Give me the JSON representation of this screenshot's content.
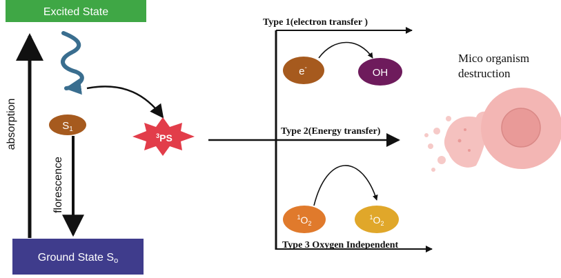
{
  "excited_state": {
    "label": "Excited State",
    "fill": "#3fa745"
  },
  "ground_state": {
    "label": "Ground State S",
    "subscript": "o",
    "fill": "#3f3c8c"
  },
  "absorption_label": "absorption",
  "florescence_label": "florescence",
  "s1": {
    "base": "S",
    "subscript": "1",
    "fill": "#a65a1e"
  },
  "ps": {
    "superscript": "3",
    "base": "PS",
    "fill": "#e23d4a"
  },
  "type1": {
    "label": "Type 1(electron transfer )"
  },
  "type2": {
    "label": "Type 2(Energy transfer)"
  },
  "type3": {
    "label": "Type 3 Oxygen Independent"
  },
  "electron": {
    "base": "e",
    "superscript": "-",
    "fill": "#a65a1e"
  },
  "hydroxyl": {
    "label": "OH",
    "fill": "#6e1b5c"
  },
  "singlet_o2_left": {
    "superscript": "1",
    "base": "O",
    "subscript": "2",
    "fill": "#e07a2c"
  },
  "singlet_o2_right": {
    "superscript": "1",
    "base": "O",
    "subscript": "2",
    "fill": "#e0a72a"
  },
  "destruction": {
    "line1": "Mico organism",
    "line2": "destruction"
  },
  "colors": {
    "wave": "#3a6e8f",
    "arrow": "#111111",
    "cell": "#f3b6b4",
    "cell_core": "#e99a98"
  }
}
